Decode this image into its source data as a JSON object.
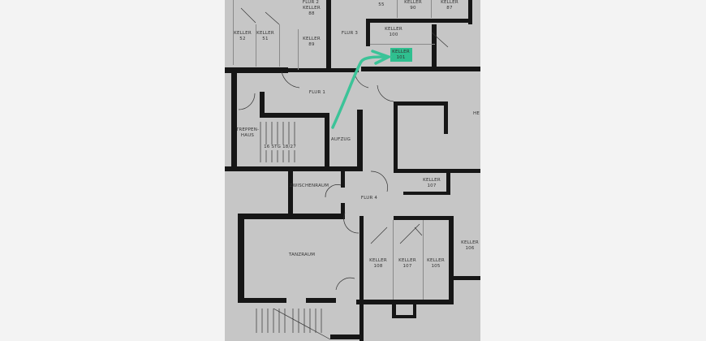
{
  "plan": {
    "rooms": {
      "flur2": "FLUR 2",
      "keller88": [
        "KELLER",
        "88"
      ],
      "keller52": [
        "KELLER",
        "52"
      ],
      "keller51": [
        "KELLER",
        "51"
      ],
      "keller89": [
        "KELLER",
        "89"
      ],
      "flur3": "FLUR 3",
      "keller55": "55",
      "keller90": [
        "KELLER",
        "90"
      ],
      "keller87": [
        "KELLER",
        "87"
      ],
      "keller100": [
        "KELLER",
        "100"
      ],
      "keller101": [
        "KELLER",
        "101"
      ],
      "flur1": "FLUR 1",
      "treppenhaus": [
        "TREPPEN-",
        "HAUS"
      ],
      "stairs": "16 STG 18/27",
      "aufzug": "AUFZUG",
      "he": "HE",
      "zwischenraum": "ZWISCHENRAUM",
      "flur4": "FLUR 4",
      "keller107top": [
        "KELLER",
        "107"
      ],
      "tanzraum": "TANZRAUM",
      "keller108": [
        "KELLER",
        "108"
      ],
      "keller107": [
        "KELLER",
        "107"
      ],
      "keller105": [
        "KELLER",
        "105"
      ],
      "keller106": [
        "KELLER",
        "106"
      ]
    },
    "highlight_color": "#2fbf8f"
  }
}
